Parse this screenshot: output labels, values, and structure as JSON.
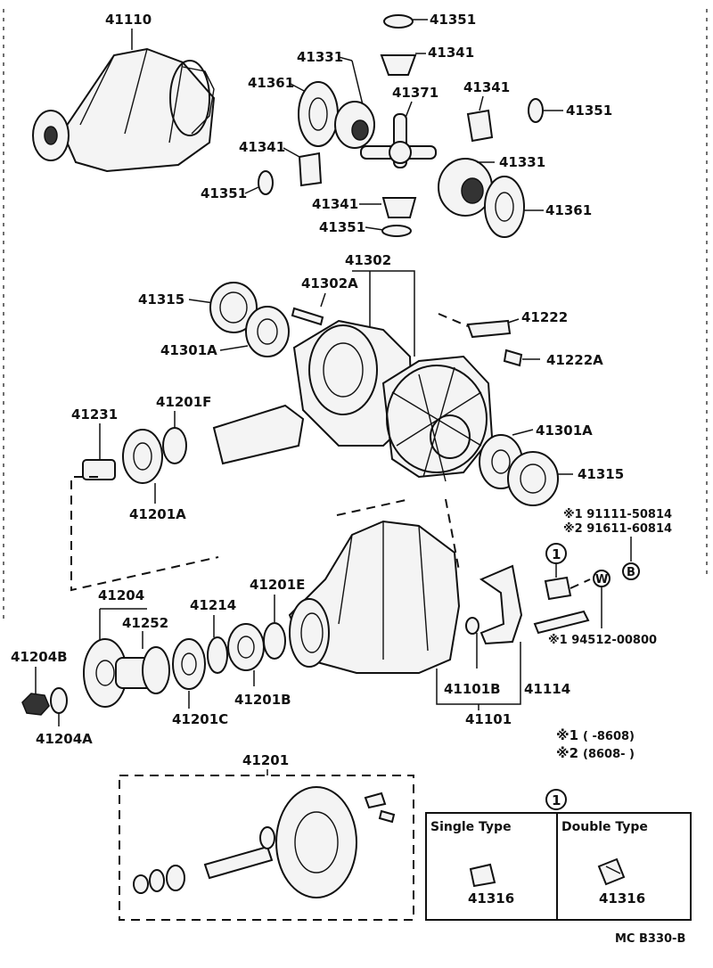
{
  "diagram": {
    "part_labels": {
      "p41110": "41110",
      "p41351_top": "41351",
      "p41341_top": "41341",
      "p41331_left": "41331",
      "p41361_left": "41361",
      "p41371": "41371",
      "p41341_right": "41341",
      "p41351_right": "41351",
      "p41341_left": "41341",
      "p41331_right": "41331",
      "p41351_left": "41351",
      "p41341_bottom": "41341",
      "p41361_right": "41361",
      "p41351_bottom": "41351",
      "p41302": "41302",
      "p41315_left": "41315",
      "p41302A": "41302A",
      "p41222": "41222",
      "p41301A_left": "41301A",
      "p41222A": "41222A",
      "p41231": "41231",
      "p41201F": "41201F",
      "p41301A_right": "41301A",
      "p41315_right": "41315",
      "p41201A": "41201A",
      "p41204": "41204",
      "p41201E": "41201E",
      "p41252": "41252",
      "p41214": "41214",
      "p41204B": "41204B",
      "p41201B": "41201B",
      "p41101B": "41101B",
      "p41114": "41114",
      "p41201C": "41201C",
      "p41204A": "41204A",
      "p41101": "41101",
      "p41201": "41201"
    },
    "bolt_numbers": {
      "n1": "※1 91111-50814",
      "n2": "※2 91611-60814",
      "washer": "※1 94512-00800"
    },
    "circle_markers": {
      "ref_1": "1",
      "w": "W",
      "b": "B"
    },
    "notes": {
      "note1_mark": "※1",
      "note1_range": "(      -8608)",
      "note2_mark": "※2",
      "note2_range": "(8608-        )"
    },
    "inset": {
      "marker": "1",
      "single_title": "Single Type",
      "single_part": "41316",
      "double_title": "Double Type",
      "double_part": "41316"
    },
    "footer_code": "MC B330-B"
  }
}
